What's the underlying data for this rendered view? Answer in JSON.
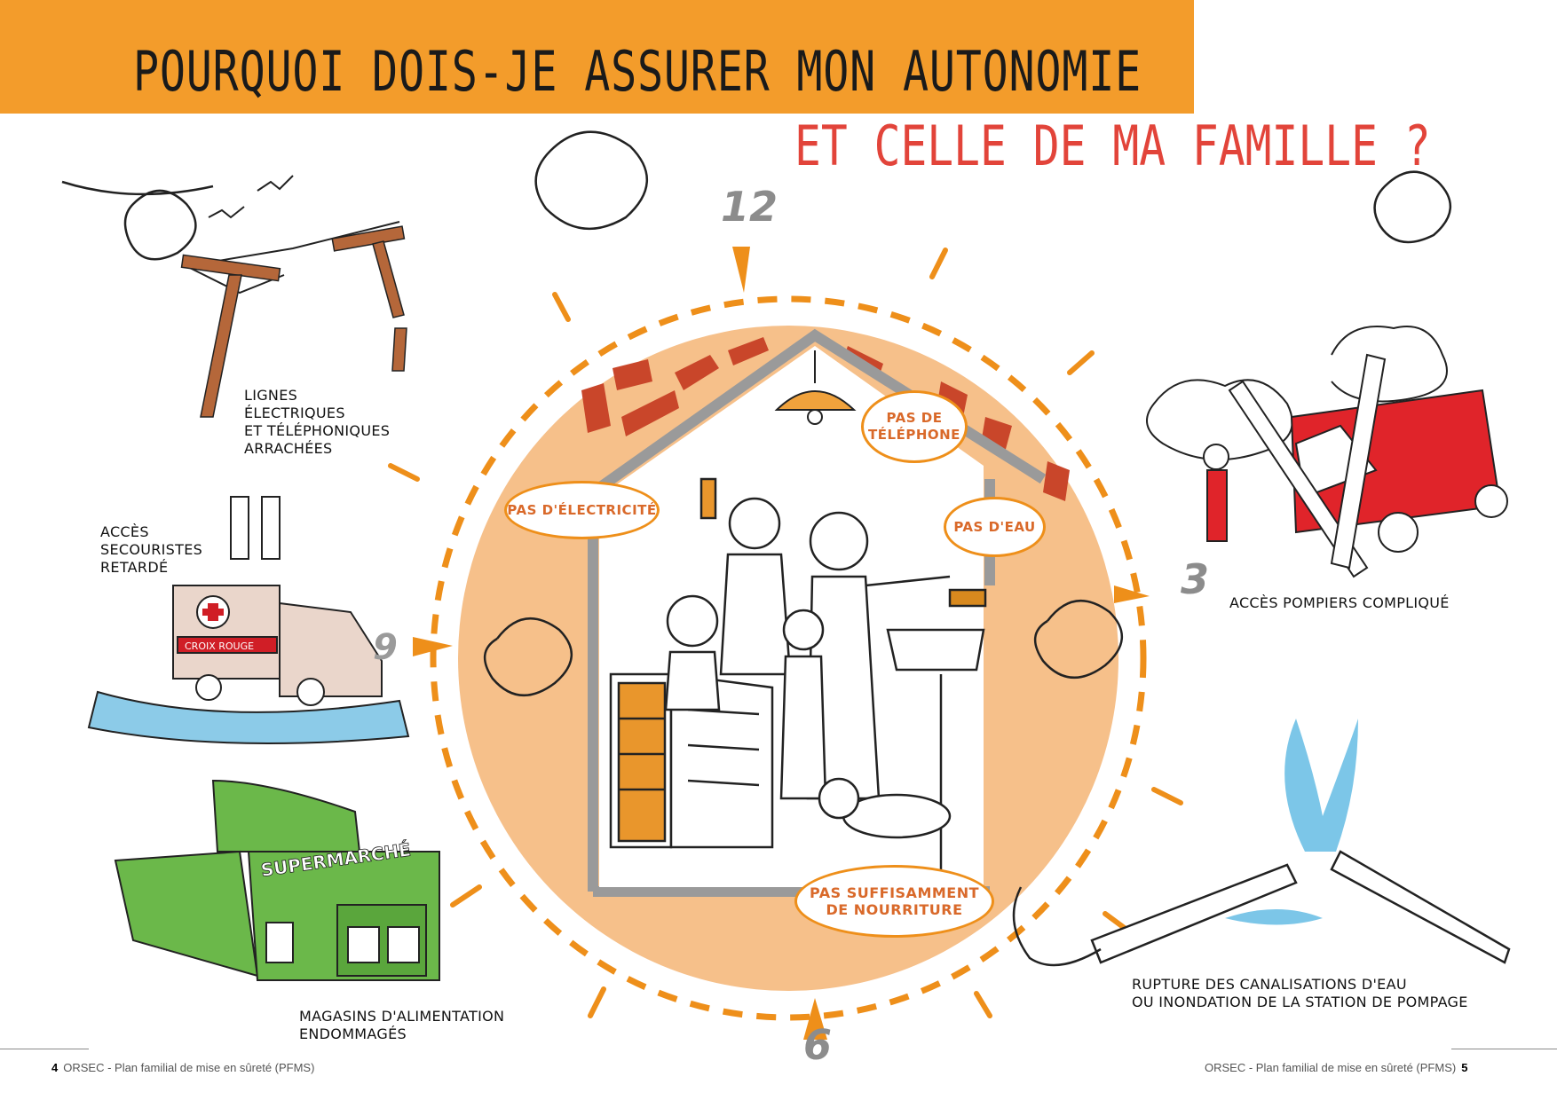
{
  "header": {
    "title": "POURQUOI DOIS-JE ASSURER  MON AUTONOMIE",
    "subtitle": "ET CELLE DE MA FAMILLE ?"
  },
  "clock": {
    "numbers": [
      "12",
      "3",
      "6",
      "9"
    ]
  },
  "house_bubbles": {
    "electricity": "PAS D'ÉLECTRICITÉ",
    "phone_line1": "PAS DE",
    "phone_line2": "TÉLÉPHONE",
    "water": "PAS D'EAU",
    "food_line1": "PAS SUFFISAMMENT",
    "food_line2": "DE NOURRITURE"
  },
  "captions": {
    "power_lines": [
      "LIGNES",
      "ÉLECTRIQUES",
      "ET TÉLÉPHONIQUES",
      "ARRACHÉES"
    ],
    "rescuers": [
      "ACCÈS",
      "SECOURISTES",
      "RETARDÉ"
    ],
    "firefighters": [
      "ACCÈS POMPIERS COMPLIQUÉ"
    ],
    "water_pipes": [
      "RUPTURE DES CANALISATIONS D'EAU",
      "OU INONDATION DE LA STATION DE POMPAGE"
    ],
    "food_stores": [
      "MAGASINS D'ALIMENTATION",
      "ENDOMMAGÉS"
    ]
  },
  "illustration_labels": {
    "ambulance_sign": "CROIX ROUGE",
    "supermarket_sign": "SUPERMARCHÉ"
  },
  "footer": {
    "left_page": "4",
    "left_text": "ORSEC - Plan familial de mise en sûreté (PFMS)",
    "right_text": "ORSEC - Plan familial de mise en sûreté (PFMS)",
    "right_page": "5"
  },
  "colors": {
    "header_orange": "#F39C2B",
    "subtitle_red": "#E2443A",
    "circle_fill": "#F6C08A",
    "dash_orange": "#EE8F1A",
    "bubble_text": "#D9692A",
    "house_gray": "#9A9A9A",
    "roof_tile": "#C9462A",
    "supermarket_green": "#6BB84A",
    "firetruck_red": "#E0242A",
    "water_blue": "#7CC6E8",
    "pole_brown": "#B5673A"
  }
}
